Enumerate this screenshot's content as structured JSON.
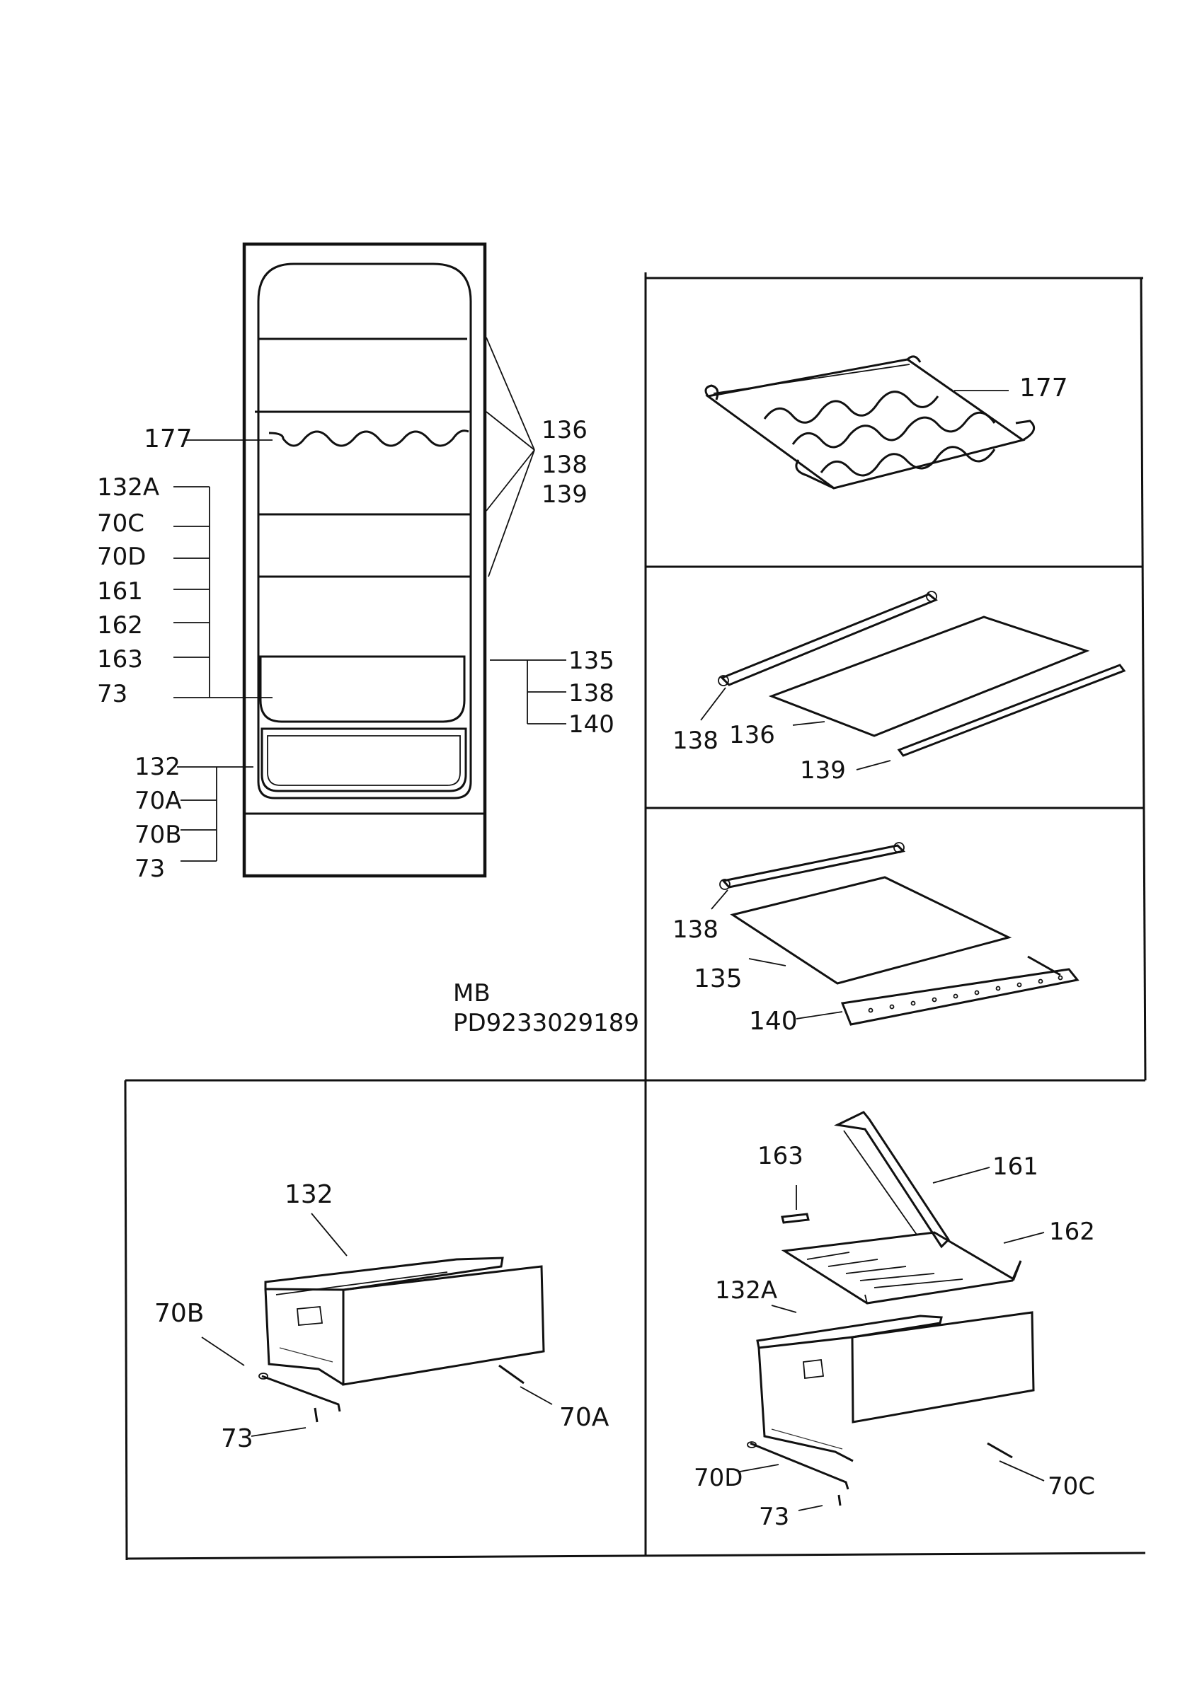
{
  "diagram": {
    "model_code": "MB",
    "part_number": "PD9233029189",
    "overview": {
      "labels_left": [
        "177",
        "132A",
        "70C",
        "70D",
        "161",
        "162",
        "163",
        "73",
        "132",
        "70A",
        "70B",
        "73"
      ],
      "labels_right": [
        "136",
        "138",
        "139",
        "135",
        "138",
        "140"
      ]
    },
    "panel_wine_rack": {
      "labels": [
        "177"
      ]
    },
    "panel_glass_shelf": {
      "labels": [
        "138",
        "136",
        "139"
      ]
    },
    "panel_glass_shelf_trim": {
      "labels": [
        "138",
        "135",
        "140"
      ]
    },
    "panel_crisper": {
      "labels": [
        "132",
        "70B",
        "73",
        "70A"
      ]
    },
    "panel_crisper_humidity": {
      "labels": [
        "163",
        "161",
        "162",
        "132A",
        "70D",
        "73",
        "70C"
      ]
    }
  }
}
